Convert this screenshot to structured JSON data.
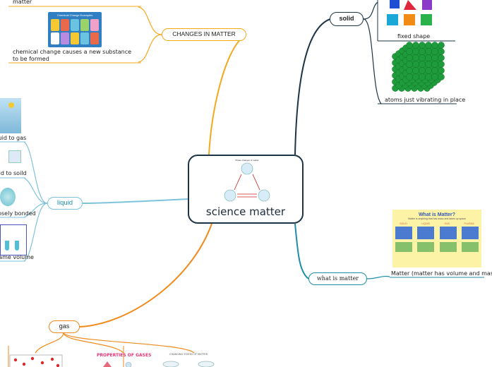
{
  "central_topic": {
    "title": "science matter",
    "thumb_caption": "Phase changes of matter"
  },
  "branches": {
    "solid": {
      "label": "solid",
      "color": "#1d3446",
      "children": [
        "fixed shape",
        "atoms just vibrating in place"
      ]
    },
    "changes": {
      "label": "CHANGES IN MATTER",
      "color": "#f4a81d",
      "children": [
        "matter",
        "chemical change  causes a new substance to be formed"
      ],
      "card_title": "Chemical Change Examples"
    },
    "liquid": {
      "label": "liquid",
      "color": "#7ec3dd",
      "children": [
        "liquid to gas",
        "liquid to soild",
        "loosely bonded",
        "same volume"
      ]
    },
    "what_is_matter": {
      "label": "what  is  matter",
      "color": "#1d8ea6",
      "children": [
        "Matter (matter has volume and mass.)"
      ],
      "card_title": "What is Matter?",
      "card_subtitle": "Matter is anything that has mass and takes up space",
      "states": [
        "SOLID",
        "LIQUID",
        "GAS",
        "PLASMA"
      ]
    },
    "gas": {
      "label": "gas",
      "color": "#f08a1c",
      "children": [
        "PROPERTIES OF GASES",
        "CHANGING STATES OF MATTER"
      ]
    }
  },
  "colors": {
    "solid": "#1d3446",
    "changes": "#f4a81d",
    "liquid": "#7ec3dd",
    "what": "#1d8ea6",
    "gas": "#f08a1c",
    "sphere": "#1e9b3b"
  }
}
